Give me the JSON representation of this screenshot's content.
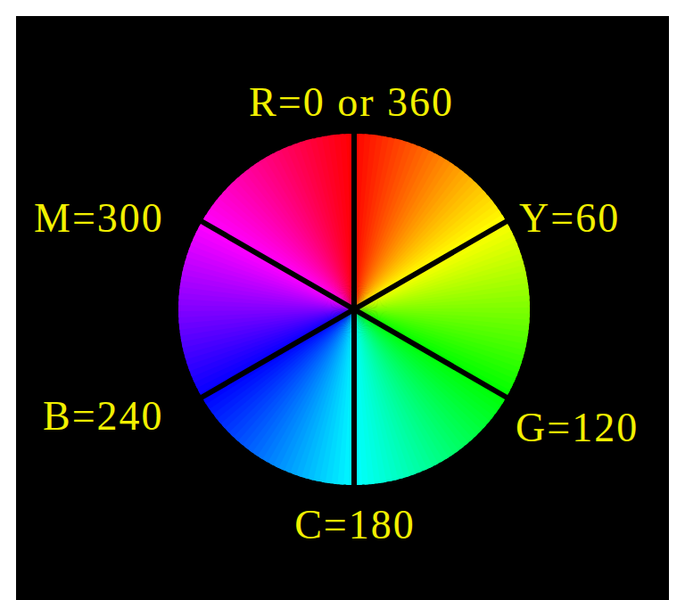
{
  "diagram": {
    "labels": [
      "R=0 or 360",
      "M=300",
      "Y=60",
      "B=240",
      "G=120",
      "C=180"
    ]
  }
}
